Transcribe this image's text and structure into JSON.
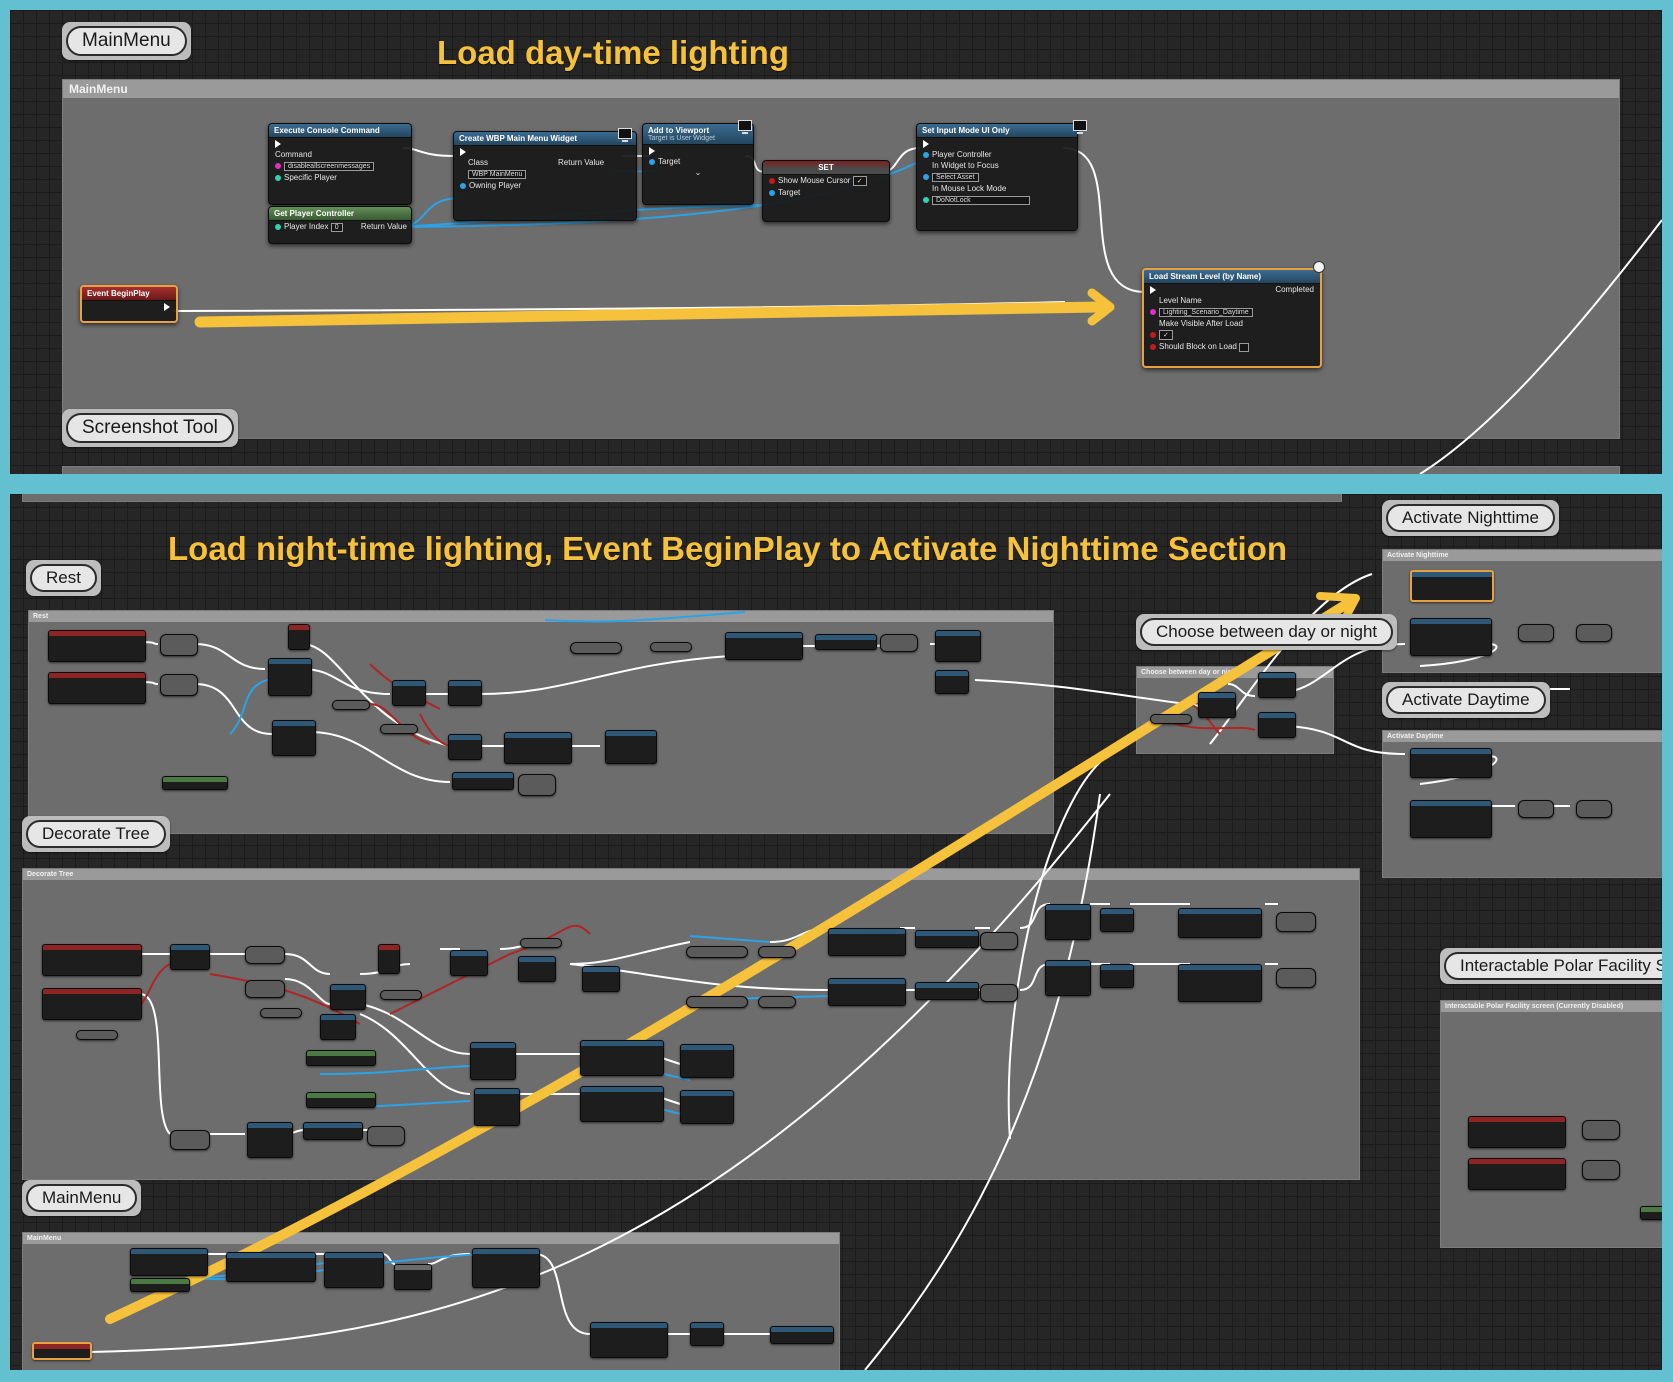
{
  "colors": {
    "frame": "#62c0d0",
    "heading": "#f6c13b",
    "arrow": "#f6c13b"
  },
  "top": {
    "heading": "Load day-time lighting",
    "bubbles": {
      "main_menu": "MainMenu",
      "screenshot_tool": "Screenshot Tool"
    },
    "comment_title": "MainMenu",
    "nodes": {
      "execute_console_command": {
        "title": "Execute Console Command",
        "command_label": "Command",
        "command_value": "disableallscreenmessages",
        "specific_player": "Specific Player"
      },
      "get_player_controller": {
        "title": "Get Player Controller",
        "player_index": "Player Index",
        "index_value": "0",
        "return_value": "Return Value"
      },
      "create_widget": {
        "title": "Create WBP Main Menu Widget",
        "class_label": "Class",
        "class_value": "WBP MainMenu",
        "return_value": "Return Value",
        "owning_player": "Owning Player"
      },
      "add_to_viewport": {
        "title": "Add to Viewport",
        "subtitle": "Target is User Widget",
        "target": "Target"
      },
      "set": {
        "title": "SET",
        "show_mouse_cursor": "Show Mouse Cursor",
        "target": "Target"
      },
      "set_input_mode": {
        "title": "Set Input Mode UI Only",
        "player_controller": "Player Controller",
        "in_widget_to_focus": "In Widget to Focus",
        "select_asset": "Select Asset",
        "in_mouse_lock_mode": "In Mouse Lock Mode",
        "lock_value": "DoNotLock"
      },
      "event_begin_play": {
        "title": "Event BeginPlay"
      },
      "load_stream_level": {
        "title": "Load Stream Level (by Name)",
        "completed": "Completed",
        "level_name_label": "Level Name",
        "level_name_value": "Lighting_Scenario_Daytime",
        "make_visible": "Make Visible After Load",
        "should_block": "Should Block on Load"
      }
    }
  },
  "bottom": {
    "heading": "Load night-time lighting, Event BeginPlay to Activate Nighttime Section",
    "bubbles": {
      "rest": "Rest",
      "decorate_tree": "Decorate Tree",
      "main_menu": "MainMenu",
      "choose": "Choose between day or night",
      "activate_nighttime": "Activate Nighttime",
      "activate_daytime": "Activate Daytime",
      "interactable": "Interactable Polar Facility S"
    },
    "comment_titles": {
      "rest": "Rest",
      "decorate_tree": "Decorate Tree",
      "main_menu": "MainMenu",
      "choose": "Choose between day or night",
      "activate_nighttime": "Activate Nighttime",
      "activate_daytime": "Activate Daytime",
      "interactable": "Interactable Polar Facility screen (Currently Disabled)"
    }
  }
}
